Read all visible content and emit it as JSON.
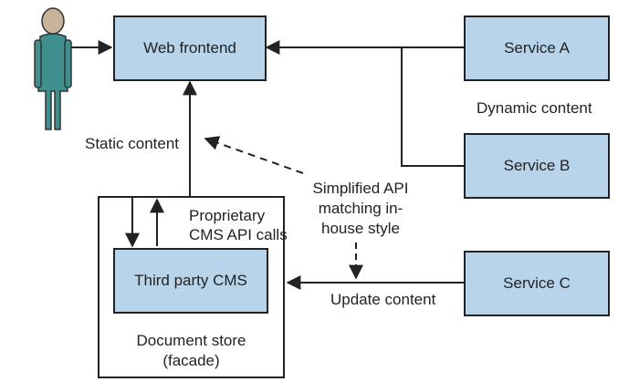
{
  "nodes": {
    "web_frontend": "Web frontend",
    "service_a": "Service A",
    "service_b": "Service B",
    "service_c": "Service C",
    "third_party_cms": "Third party CMS"
  },
  "labels": {
    "static_content": "Static content",
    "dynamic_content": "Dynamic content",
    "proprietary_line1": "Proprietary",
    "proprietary_line2": "CMS API calls",
    "simplified_line1": "Simplified API",
    "simplified_line2": "matching in-",
    "simplified_line3": "house style",
    "update_content": "Update content",
    "document_store_line1": "Document store",
    "document_store_line2": "(facade)"
  },
  "colors": {
    "box_fill": "#b7d4ea",
    "stroke": "#222222",
    "person_fill": "#3f8f8f",
    "person_head": "#c7b49a"
  },
  "icons": {
    "user": "person-icon"
  }
}
